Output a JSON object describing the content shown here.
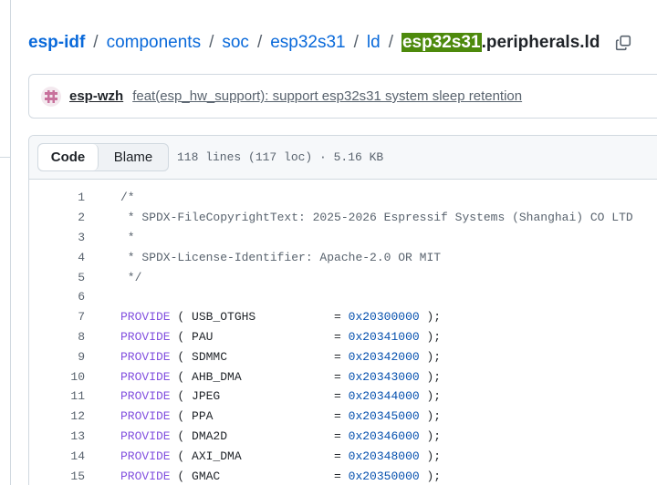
{
  "breadcrumb": {
    "repo": "esp-idf",
    "parts": [
      "components",
      "soc",
      "esp32s31",
      "ld"
    ],
    "separator": "/",
    "file_highlight": "esp32s31",
    "file_rest": ".peripherals.ld",
    "copy_icon": "copy-icon"
  },
  "commit": {
    "avatar_icon": "avatar-icon",
    "author": "esp-wzh",
    "message": "feat(esp_hw_support): support esp32s31 system sleep retention"
  },
  "file_header": {
    "tabs": [
      {
        "label": "Code",
        "active": true
      },
      {
        "label": "Blame",
        "active": false
      }
    ],
    "meta": "118 lines (117 loc) · 5.16 KB"
  },
  "code": {
    "comment_lines": [
      {
        "n": "1",
        "text": "/*"
      },
      {
        "n": "2",
        "text": " * SPDX-FileCopyrightText: 2025-2026 Espressif Systems (Shanghai) CO LTD"
      },
      {
        "n": "3",
        "text": " *"
      },
      {
        "n": "4",
        "text": " * SPDX-License-Identifier: Apache-2.0 OR MIT"
      },
      {
        "n": "5",
        "text": " */"
      },
      {
        "n": "6",
        "text": ""
      }
    ],
    "provide_lines": [
      {
        "n": "7",
        "kw": "PROVIDE",
        "open": " ( ",
        "sym": "USB_OTGHS           ",
        "eq": "= ",
        "addr": "0x20300000",
        "close": " );"
      },
      {
        "n": "8",
        "kw": "PROVIDE",
        "open": " ( ",
        "sym": "PAU                 ",
        "eq": "= ",
        "addr": "0x20341000",
        "close": " );"
      },
      {
        "n": "9",
        "kw": "PROVIDE",
        "open": " ( ",
        "sym": "SDMMC               ",
        "eq": "= ",
        "addr": "0x20342000",
        "close": " );"
      },
      {
        "n": "10",
        "kw": "PROVIDE",
        "open": " ( ",
        "sym": "AHB_DMA             ",
        "eq": "= ",
        "addr": "0x20343000",
        "close": " );"
      },
      {
        "n": "11",
        "kw": "PROVIDE",
        "open": " ( ",
        "sym": "JPEG                ",
        "eq": "= ",
        "addr": "0x20344000",
        "close": " );"
      },
      {
        "n": "12",
        "kw": "PROVIDE",
        "open": " ( ",
        "sym": "PPA                 ",
        "eq": "= ",
        "addr": "0x20345000",
        "close": " );"
      },
      {
        "n": "13",
        "kw": "PROVIDE",
        "open": " ( ",
        "sym": "DMA2D               ",
        "eq": "= ",
        "addr": "0x20346000",
        "close": " );"
      },
      {
        "n": "14",
        "kw": "PROVIDE",
        "open": " ( ",
        "sym": "AXI_DMA             ",
        "eq": "= ",
        "addr": "0x20348000",
        "close": " );"
      },
      {
        "n": "15",
        "kw": "PROVIDE",
        "open": " ( ",
        "sym": "GMAC                ",
        "eq": "= ",
        "addr": "0x20350000",
        "close": " );"
      }
    ]
  },
  "colors": {
    "link": "#0969da",
    "highlight": "#4d8a0c",
    "keyword": "#8250df",
    "number": "#0550ae",
    "muted": "#59636e",
    "avatar": "#c8719c"
  }
}
